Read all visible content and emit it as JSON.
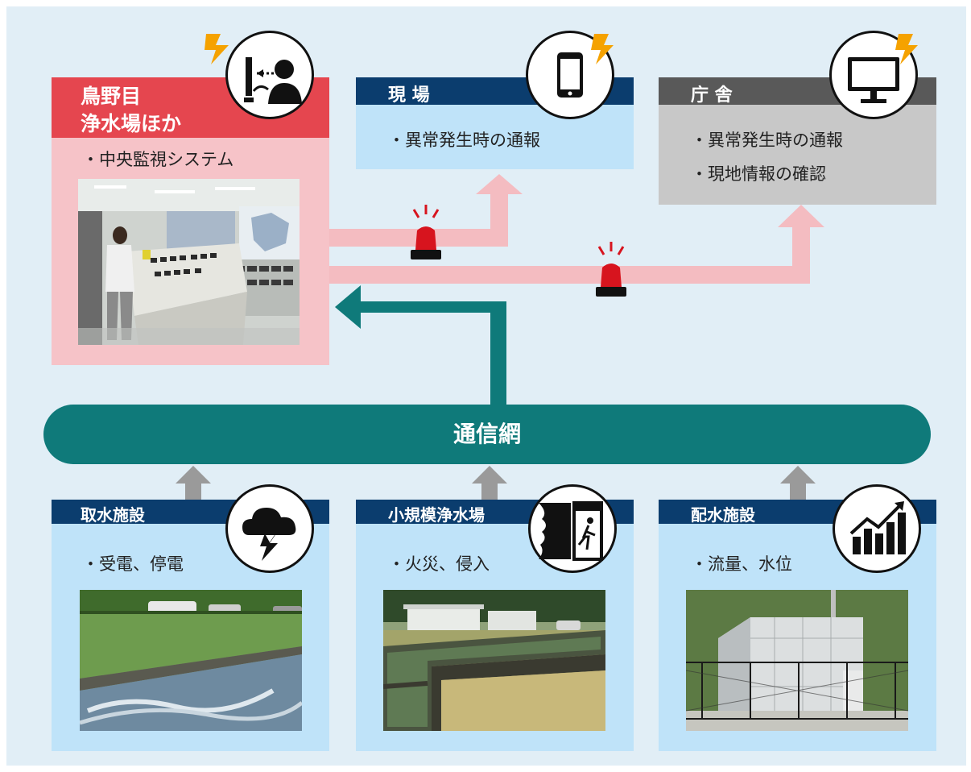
{
  "top": {
    "hq": {
      "title_line1": "鳥野目",
      "title_line2": "浄水場ほか",
      "bullet": "・中央監視システム",
      "icon": "monitoring-operator-icon"
    },
    "field": {
      "title": "現 場",
      "bullet": "・異常発生時の通報",
      "icon": "smartphone-alert-icon"
    },
    "office": {
      "title": "庁 舎",
      "bullet1": "・異常発生時の通報",
      "bullet2": "・現地情報の確認",
      "icon": "monitor-alert-icon"
    }
  },
  "network": {
    "label": "通信網"
  },
  "bottom": {
    "intake": {
      "title": "取水施設",
      "bullet": "・受電、停電",
      "icon": "storm-cloud-icon"
    },
    "small_plant": {
      "title": "小規模浄水場",
      "bullet": "・火災、侵入",
      "icon": "fire-exit-icon"
    },
    "distribution": {
      "title": "配水施設",
      "bullet": "・流量、水位",
      "icon": "bar-chart-up-icon"
    }
  },
  "colors": {
    "background": "#e1eef6",
    "hq_header": "#e5464f",
    "hq_body": "#f6c3c8",
    "navy_header": "#0b3d6e",
    "light_blue_body": "#bfe3f9",
    "office_header": "#595959",
    "office_body": "#c8c8c8",
    "network_teal": "#0f7a7a",
    "alert_arrow_pink": "#f4bcc1",
    "gray_arrow": "#9a9a9a",
    "siren_red": "#d7141e",
    "lightning_orange": "#f5a200"
  }
}
